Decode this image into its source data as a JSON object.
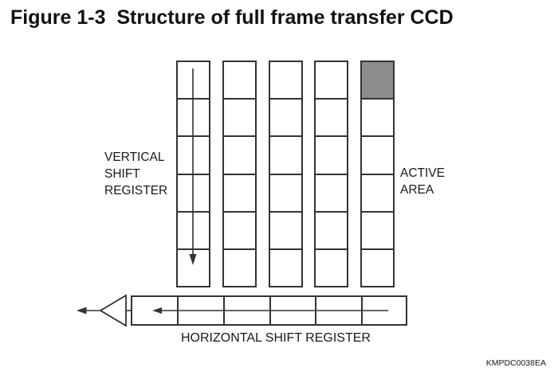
{
  "figure": {
    "title": "Figure 1-3  Structure of full frame transfer CCD",
    "part_number": "KMPDC0038EA"
  },
  "labels": {
    "vertical_shift_register": "VERTICAL\nSHIFT\nREGISTER",
    "active_area": "ACTIVE\nAREA",
    "horizontal_shift_register": "HORIZONTAL SHIFT REGISTER"
  },
  "diagram": {
    "type": "block-diagram",
    "vertical_shift_columns": 5,
    "cells_per_column": 6,
    "horizontal_register_cells": 6,
    "highlight_cell": {
      "column": 5,
      "row": 1
    },
    "icons": {
      "vertical_transfer": "down-arrow",
      "horizontal_transfer": "left-arrow",
      "output_amplifier": "left-pointing-triangle",
      "output": "left-arrow"
    },
    "colors": {
      "line": "#333333",
      "text": "#1a1a1a",
      "highlight_fill": "#8c8c8c",
      "background": "#ffffff"
    }
  }
}
